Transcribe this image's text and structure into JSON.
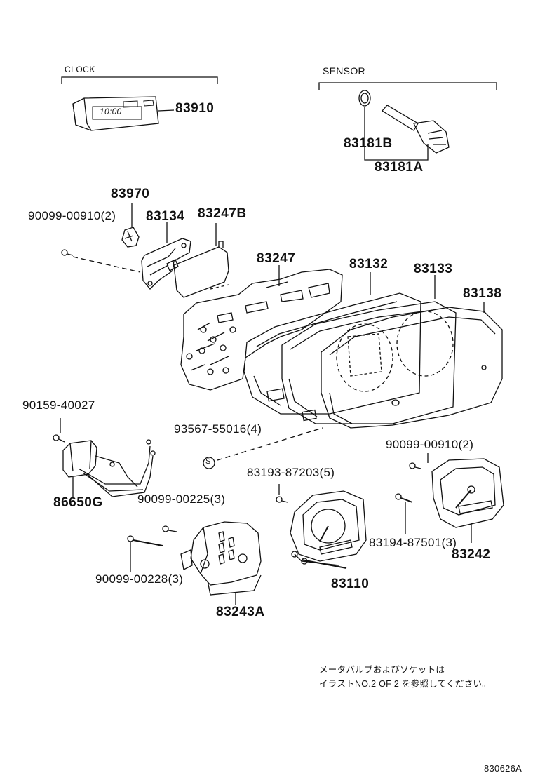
{
  "groups": {
    "clock": "CLOCK",
    "sensor": "SENSOR"
  },
  "parts": {
    "p83910": "83910",
    "p83181B": "83181B",
    "p83181A": "83181A",
    "p83970": "83970",
    "p90099_00910_2_top": "90099-00910(2)",
    "p83134": "83134",
    "p83247B": "83247B",
    "p83247": "83247",
    "p83132": "83132",
    "p83133": "83133",
    "p83138": "83138",
    "p90159_40027": "90159-40027",
    "p93567_55016_4": "93567-55016(4)",
    "p90099_00910_2_right": "90099-00910(2)",
    "p83193_87203_5": "83193-87203(5)",
    "p86650G": "86650G",
    "p90099_00225_3": "90099-00225(3)",
    "p83194_87501_3": "83194-87501(3)",
    "p83242": "83242",
    "p83110": "83110",
    "p90099_00228_3": "90099-00228(3)",
    "p83243A": "83243A"
  },
  "note": {
    "line1": "メータバルブおよびソケットは",
    "line2": "イラストNO.2 OF 2 を参照してください。"
  },
  "diagram_code": "830626A",
  "symbol_s": "S",
  "clock_display": "10:00"
}
